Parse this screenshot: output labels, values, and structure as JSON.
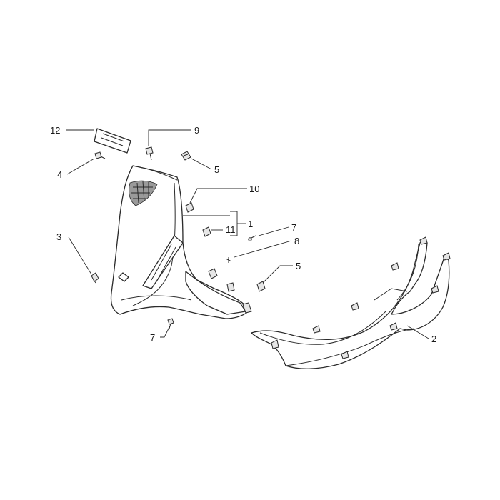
{
  "callouts": {
    "c12": "12",
    "c9": "9",
    "c4": "4",
    "c5a": "5",
    "c10": "10",
    "c1": "1",
    "c7a": "7",
    "c11": "11",
    "c8": "8",
    "c3": "3",
    "c5b": "5",
    "c7b": "7",
    "c2": "2"
  }
}
